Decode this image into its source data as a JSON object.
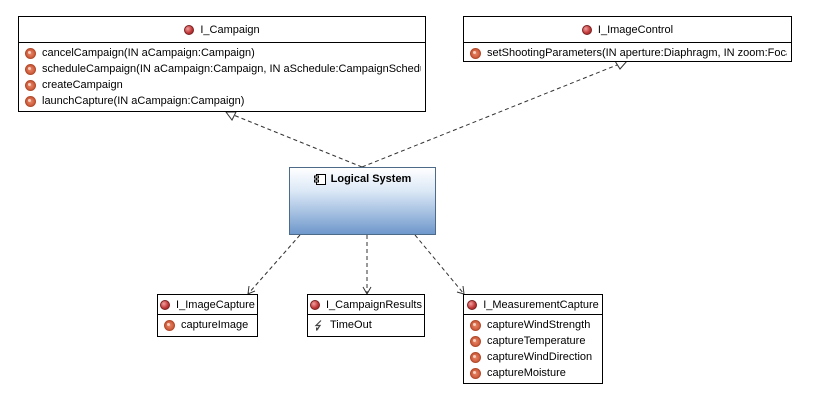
{
  "component": {
    "name": "Logical System",
    "icon": "component-icon"
  },
  "interfaces": {
    "campaign": {
      "name": "I_Campaign",
      "operations": [
        "cancelCampaign(IN aCampaign:Campaign)",
        "scheduleCampaign(IN aCampaign:Campaign, IN aSchedule:CampaignSchedule)",
        "createCampaign",
        "launchCapture(IN aCampaign:Campaign)"
      ]
    },
    "image_control": {
      "name": "I_ImageControl",
      "operations": [
        "setShootingParameters(IN aperture:Diaphragm, IN zoom:Focal)"
      ]
    },
    "image_capture": {
      "name": "I_ImageCapture",
      "operations": [
        "captureImage"
      ]
    },
    "campaign_results": {
      "name": "I_CampaignResults",
      "events": [
        "TimeOut"
      ]
    },
    "measurement_capture": {
      "name": "I_MeasurementCapture",
      "operations": [
        "captureWindStrength",
        "captureTemperature",
        "captureWindDirection",
        "captureMoisture"
      ]
    }
  },
  "relationships": [
    {
      "from": "Logical System",
      "to": "I_Campaign",
      "kind": "realization"
    },
    {
      "from": "Logical System",
      "to": "I_ImageControl",
      "kind": "realization"
    },
    {
      "from": "Logical System",
      "to": "I_ImageCapture",
      "kind": "usage"
    },
    {
      "from": "Logical System",
      "to": "I_CampaignResults",
      "kind": "usage"
    },
    {
      "from": "Logical System",
      "to": "I_MeasurementCapture",
      "kind": "usage"
    }
  ],
  "colors": {
    "component_gradient_top": "#ffffff",
    "component_gradient_bottom": "#6f98cc",
    "component_border": "#4d6b88",
    "interface_dot": "#c43a3a",
    "operation_icon": "#d06040",
    "line": "#333333"
  }
}
